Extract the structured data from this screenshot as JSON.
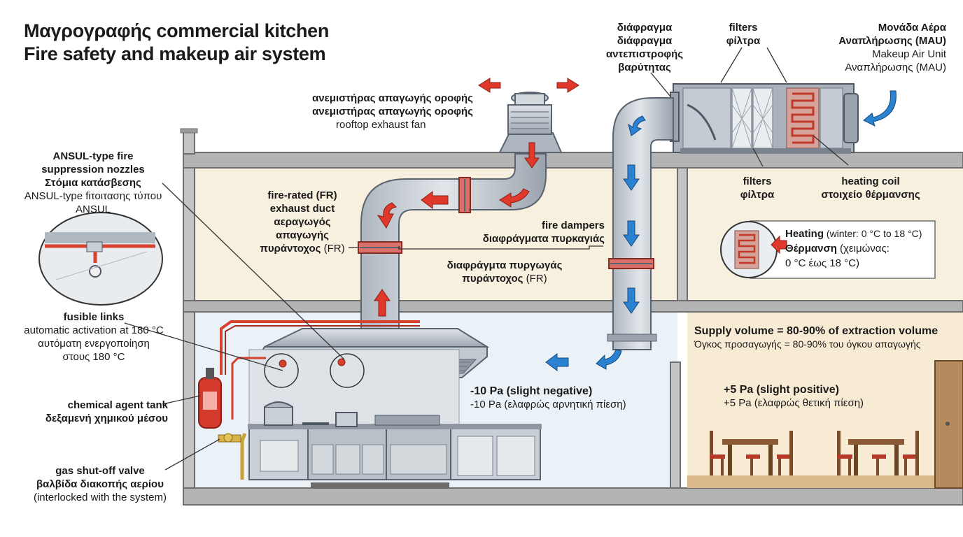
{
  "title": {
    "line1": "Μαγρογραφής commercial kitchen",
    "line2": "Fire safety and makeup air system"
  },
  "labels": {
    "rooftop_fan": {
      "line1": "ανεμιστήρας απαγωγής οροφής",
      "line2": "ανεμιστήρας απαγωγής οροφής",
      "line3": "rooftop exhaust fan"
    },
    "gravity_damper": {
      "line1": "διάφραγμα",
      "line2": "διάφραγμα",
      "line3": "αντεπιστροφής",
      "line4": "βαρύτητας"
    },
    "filters_top": {
      "line1": "filters",
      "line2": "φίλτρα"
    },
    "mau": {
      "line1": "Μονάδα Αέρα",
      "line2": "Αναπλήρωσης (MAU)",
      "line3": "Makeup Air Unit",
      "line4": "Αναπλήρωσης (MAU)"
    },
    "filters_bottom": {
      "line1": "filters",
      "line2": "φίλτρα"
    },
    "heating_coil": {
      "line1": "heating coil",
      "line2": "στοιχείο θέρμανσης"
    },
    "ansul": {
      "line1": "ANSUL-type fire",
      "line2": "suppression nozzles",
      "line3": "Στόμια κατάσβεσης",
      "line4": "ANSUL-type fiτοιτασης τύπου",
      "line5": "ANSUL"
    },
    "fr_duct": {
      "line1": "fire-rated (FR)",
      "line2": "exhaust duct",
      "line3": "αεραγωγός",
      "line4": "απαγωγής",
      "line5_bold": "πυράντοχος",
      "line5_normal": " (FR)"
    },
    "fire_dampers": {
      "line1": "fire dampers",
      "line2": "διαφράγματα πυρκαγιάς"
    },
    "fr_damper": {
      "line1": "διαφράγμτα πυργωγάς",
      "line2_bold": "πυράντοχος",
      "line2_normal": " (FR)"
    },
    "heating": {
      "line1_bold": "Heating",
      "line1_normal": " (winter: 0 °C to 18 °C)",
      "line2_bold": "Θέρμανση",
      "line2_normal": " (χειμώνας:",
      "line3": "0 °C έως 18 °C)"
    },
    "supply_volume": {
      "line1": "Supply volume = 80-90% of extraction volume",
      "line2": "Όγκος προσαγωγής = 80-90% του όγκου απαγωγής"
    },
    "fusible_links": {
      "line1": "fusible links",
      "line2": "automatic activation at 180 °C",
      "line3": "αυτόματη ενεργοποίηση",
      "line4": "στους 180 °C"
    },
    "negative_pressure": {
      "line1": "-10 Pa (slight negative)",
      "line2": "-10 Pa (ελαφρώς αρνητική πίεση)"
    },
    "positive_pressure": {
      "line1": "+5 Pa (slight positive)",
      "line2": "+5 Pa (ελαφρώς θετική πίεση)"
    },
    "chemical_tank": {
      "line1": "chemical agent tank",
      "line2": "δεξαμενή χημικού μέσου"
    },
    "gas_valve": {
      "line1": "gas shut-off valve",
      "line2": "βαλβίδα διακοπής αερίου",
      "line3": "(interlocked with the system)"
    }
  },
  "colors": {
    "duct_fill": "#c9cfd6",
    "duct_stroke": "#5a6470",
    "exhaust_arrow": "#e0392b",
    "supply_arrow": "#2b82d1",
    "fire_pipe": "#d64230",
    "wall_interior": "#f8f0df",
    "kitchen_interior": "#eaf2f8",
    "building_outline": "#6e6e6e"
  }
}
